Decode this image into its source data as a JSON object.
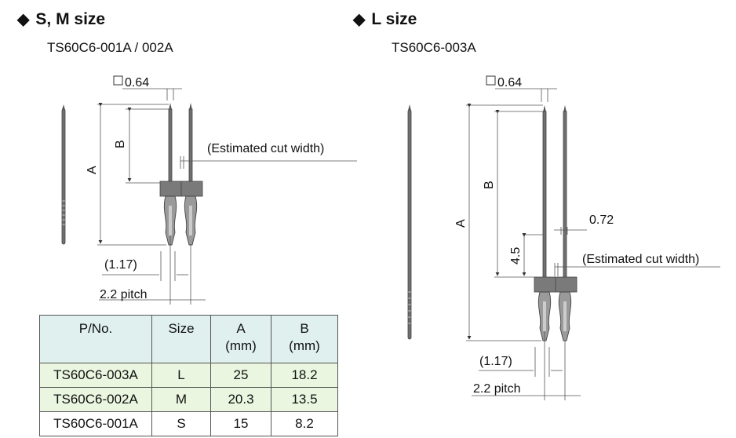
{
  "sm": {
    "heading": "S, M size",
    "part": "TS60C6-001A / 002A",
    "square": "0.64",
    "cut": "(Estimated cut width)",
    "dim_a": "A",
    "dim_b": "B",
    "gap": "(1.17)",
    "pitch": "2.2 pitch"
  },
  "l": {
    "heading": "L size",
    "part": "TS60C6-003A",
    "square": "0.64",
    "cut_value": "0.72",
    "cut": "(Estimated cut width)",
    "dim_a": "A",
    "dim_b": "B",
    "dim_45": "4.5",
    "gap": "(1.17)",
    "pitch": "2.2 pitch"
  },
  "table": {
    "headers": {
      "pno": "P/No.",
      "size": "Size",
      "a1": "A",
      "a2": "(mm)",
      "b1": "B",
      "b2": "(mm)"
    },
    "rows": [
      {
        "pno": "TS60C6-003A",
        "size": "L",
        "a": "25",
        "b": "18.2"
      },
      {
        "pno": "TS60C6-002A",
        "size": "M",
        "a": "20.3",
        "b": "13.5"
      },
      {
        "pno": "TS60C6-001A",
        "size": "S",
        "a": "15",
        "b": "8.2"
      }
    ]
  },
  "colors": {
    "pin": "#707070",
    "pin_dark": "#4a4a4a",
    "header_fill": "#dff0ef",
    "row_fill": "#eaf6e0"
  }
}
